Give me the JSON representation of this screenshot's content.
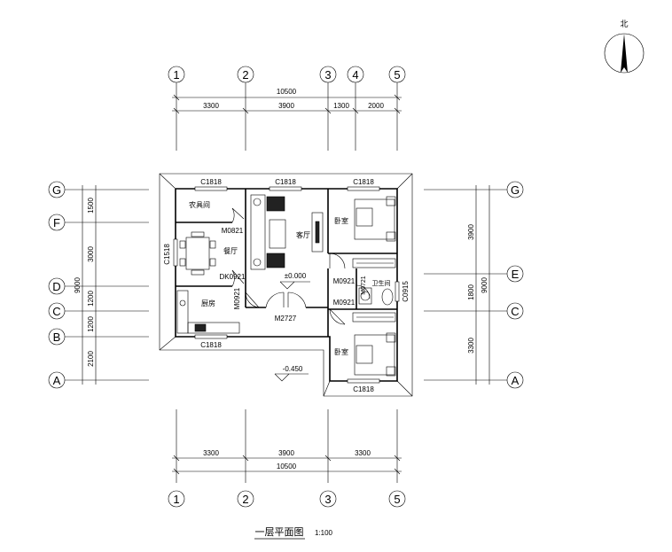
{
  "title": "一层平面图",
  "scale": "1:100",
  "north": "北",
  "axes": {
    "top": [
      "1",
      "2",
      "3",
      "4",
      "5"
    ],
    "bottom": [
      "1",
      "2",
      "3",
      "5"
    ],
    "left": [
      "G",
      "F",
      "D",
      "C",
      "B",
      "A"
    ],
    "right": [
      "G",
      "E",
      "C",
      "A"
    ]
  },
  "dims": {
    "top_total": "10500",
    "top_segments": [
      "3300",
      "3900",
      "1300",
      "2000"
    ],
    "bottom_total": "10500",
    "bottom_segments": [
      "3300",
      "3900",
      "3300"
    ],
    "left_segments": [
      "1500",
      "3000",
      "1200",
      "1200",
      "2100"
    ],
    "left_total": "9000",
    "right_segments": [
      "3900",
      "1800",
      "3300"
    ],
    "right_total": "9000"
  },
  "rooms": {
    "storage": "农具间",
    "dining": "餐厅",
    "living": "客厅",
    "bedroom_top": "卧室",
    "bedroom_bottom": "卧室",
    "kitchen": "厨房",
    "bathroom": "卫生间"
  },
  "tags": {
    "window_top_left": "C1818",
    "window_top_mid": "C1818",
    "window_top_right": "C1818",
    "window_left": "C1518",
    "window_bottom_left": "C1818",
    "window_bottom_right": "C1818",
    "window_bath": "C0915",
    "door_storage": "M0821",
    "door_dining": "DK0921",
    "door_kitchen": "M0921",
    "door_entrance": "M2727",
    "door_bed_top": "M0921",
    "door_bed_bottom": "M0921",
    "door_bath": "M0721"
  },
  "levels": {
    "floor": "±0.000",
    "outside": "-0.450"
  }
}
